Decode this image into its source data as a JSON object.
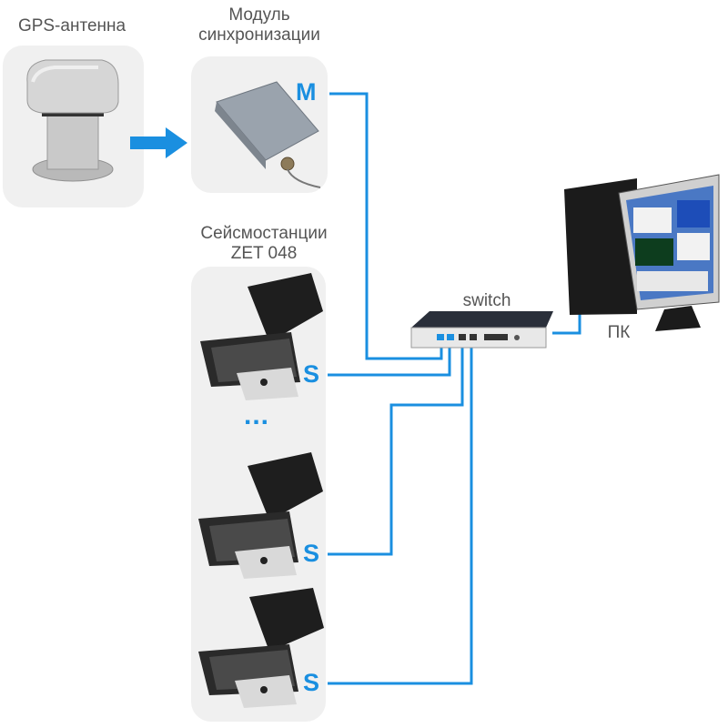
{
  "labels": {
    "gps_antenna": "GPS-антенна",
    "sync_module_line1": "Модуль",
    "sync_module_line2": "синхронизации",
    "seismo_line1": "Сейсмостанции",
    "seismo_line2": "ZET 048",
    "switch": "switch",
    "pc": "ПК",
    "ellipsis": "..."
  },
  "node_tags": {
    "master": "M",
    "station": "S"
  },
  "colors": {
    "wire": "#1a8fe0",
    "arrow": "#1a8fe0",
    "card_bg": "#f0f0f0",
    "label_text": "#555555"
  }
}
